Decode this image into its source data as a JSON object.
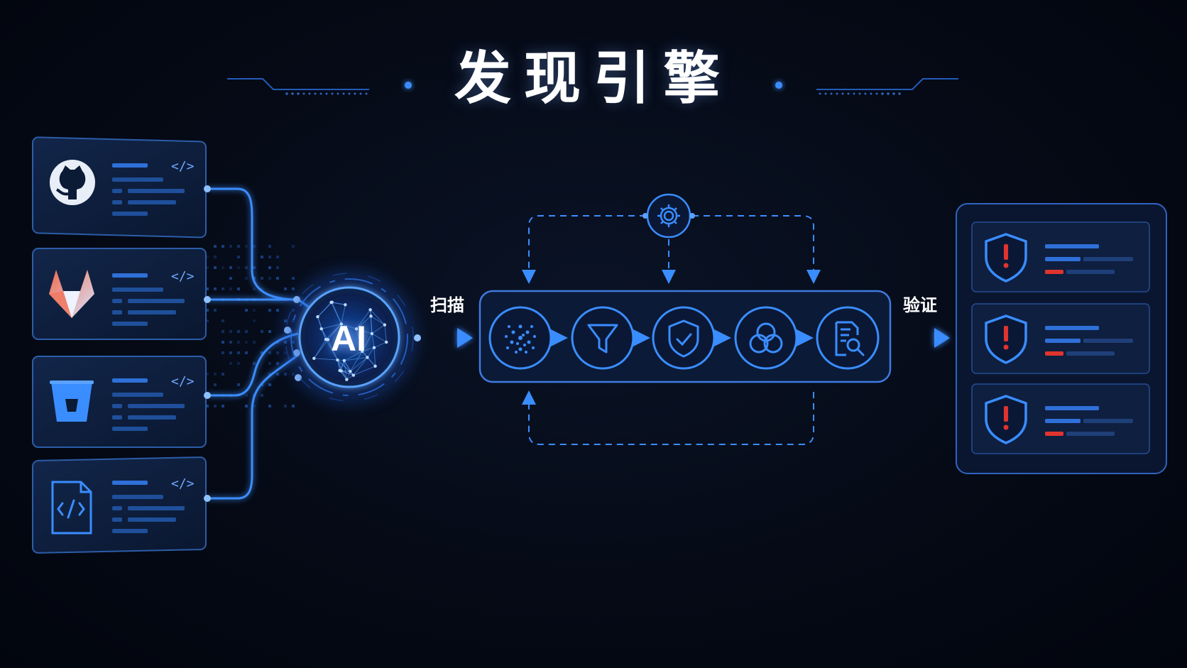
{
  "title": "发现引擎",
  "sources": [
    {
      "icon": "github-icon"
    },
    {
      "icon": "gitlab-icon"
    },
    {
      "icon": "bitbucket-icon"
    },
    {
      "icon": "code-file-icon"
    }
  ],
  "source_code_tag": "</>",
  "ai_label": "AI",
  "scan_label": "扫描",
  "verify_label": "验证",
  "pipeline_steps": [
    {
      "icon": "cluster-icon"
    },
    {
      "icon": "filter-icon"
    },
    {
      "icon": "shield-check-icon"
    },
    {
      "icon": "venn-icon"
    },
    {
      "icon": "report-search-icon"
    }
  ],
  "loop_icon": "gear-icon",
  "findings": [
    {
      "icon": "shield-alert-icon"
    },
    {
      "icon": "shield-alert-icon"
    },
    {
      "icon": "shield-alert-icon"
    }
  ],
  "colors": {
    "background": "#050a16",
    "accent": "#3a8dff",
    "panel_border": "#2c5da8",
    "alert": "#e0342e"
  }
}
